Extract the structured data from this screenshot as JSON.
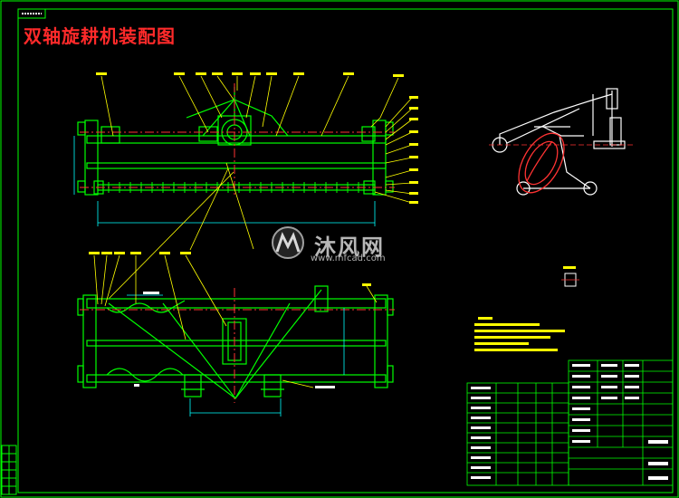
{
  "drawing": {
    "title": "双轴旋耕机装配图"
  },
  "watermark": {
    "brand": "沐风网",
    "url": "www.mfcad.com",
    "icon": "mf-logo-icon"
  },
  "colors": {
    "background": "#000000",
    "frame": "#00ff00",
    "part_line": "#00ff00",
    "center_line": "#ff3333",
    "leader": "#ffff00",
    "dimension": "#00ffff",
    "text": "#ffffff",
    "title": "#ff2a2a",
    "section_fill": "#ff3333"
  }
}
